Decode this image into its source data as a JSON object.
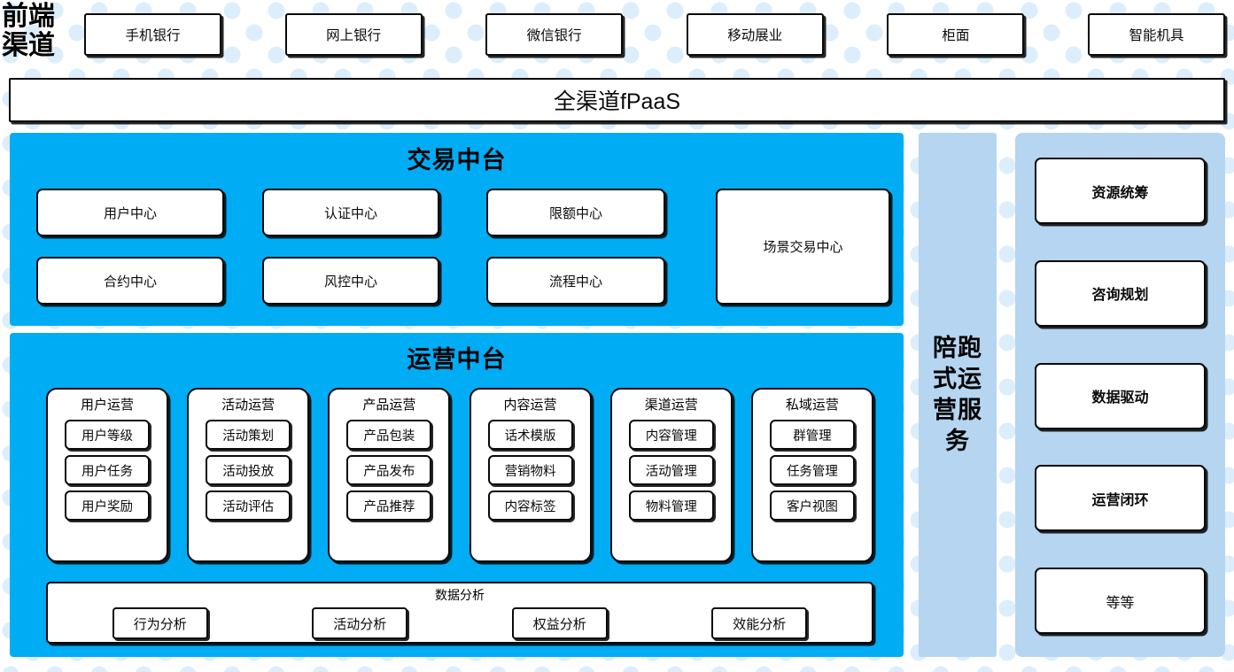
{
  "frontend": {
    "label": "前端\n渠道",
    "channels": [
      {
        "name": "手机银行"
      },
      {
        "name": "网上银行"
      },
      {
        "name": "微信银行"
      },
      {
        "name": "移动展业"
      },
      {
        "name": "柜面"
      },
      {
        "name": "智能机具"
      }
    ]
  },
  "fpaas": {
    "label": "全渠道fPaaS"
  },
  "trade_platform": {
    "title": "交易中台",
    "cells": [
      {
        "label": "用户中心"
      },
      {
        "label": "认证中心"
      },
      {
        "label": "限额中心"
      },
      {
        "label": "合约中心"
      },
      {
        "label": "风控中心"
      },
      {
        "label": "流程中心"
      }
    ],
    "big_cell": {
      "label": "场景交易中心"
    }
  },
  "operation_platform": {
    "title": "运营中台",
    "columns": [
      {
        "title": "用户运营",
        "items": [
          "用户等级",
          "用户任务",
          "用户奖励"
        ]
      },
      {
        "title": "活动运营",
        "items": [
          "活动策划",
          "活动投放",
          "活动评估"
        ]
      },
      {
        "title": "产品运营",
        "items": [
          "产品包装",
          "产品发布",
          "产品推荐"
        ]
      },
      {
        "title": "内容运营",
        "items": [
          "话术模版",
          "营销物料",
          "内容标签"
        ]
      },
      {
        "title": "渠道运营",
        "items": [
          "内容管理",
          "活动管理",
          "物料管理"
        ]
      },
      {
        "title": "私域运营",
        "items": [
          "群管理",
          "任务管理",
          "客户视图"
        ]
      }
    ],
    "data_analysis": {
      "title": "数据分析",
      "items": [
        "行为分析",
        "活动分析",
        "权益分析",
        "效能分析"
      ]
    }
  },
  "service_column": {
    "label": "陪跑式运营服务"
  },
  "right_panel": {
    "cards": [
      {
        "label": "资源统筹",
        "bold": true
      },
      {
        "label": "咨询规划",
        "bold": true
      },
      {
        "label": "数据驱动",
        "bold": true
      },
      {
        "label": "运营闭环",
        "bold": true
      },
      {
        "label": "等等",
        "bold": false
      }
    ]
  },
  "colors": {
    "cyan": "#00adf5",
    "light_blue": "#b5d5f0",
    "dot": "#dceefb",
    "box_border": "#0a0a0a",
    "box_fill": "#ffffff"
  }
}
